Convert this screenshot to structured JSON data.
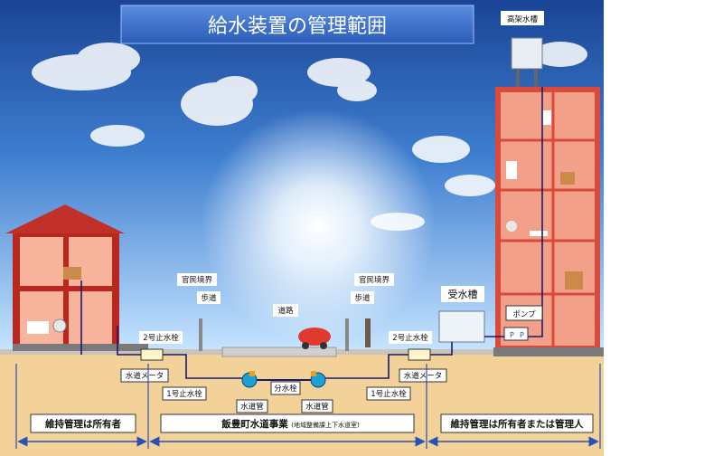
{
  "title": "給水装置の管理範囲",
  "labels": {
    "elevated_tank": "高架水槽",
    "boundary_left": "官民境界",
    "boundary_right": "官民境界",
    "sidewalk_left": "歩道",
    "sidewalk_right": "歩道",
    "road": "道路",
    "receiving_tank": "受水槽",
    "pump": "ポンプ",
    "valve2_left": "2号止水栓",
    "valve2_right": "2号止水栓",
    "meter_left": "水道メータ",
    "meter_right": "水道メータ",
    "valve1_left": "1号止水栓",
    "valve1_right": "1号止水栓",
    "branch_valve": "分水栓",
    "main_left": "水道管",
    "main_right": "水道管"
  },
  "zones": {
    "left": "維持管理は所有者",
    "center": "飯豊町水道事業",
    "center_note": "(地域整備課上下水道室)",
    "right": "維持管理は所有者または管理人"
  },
  "colors": {
    "sky_top": "#1f4fa8",
    "sky_bottom": "#bfe0ff",
    "ground": "#f3d29a",
    "house_roof": "#c2302c",
    "house_wall": "#f7b39b",
    "building": "#f3a08b",
    "pipe": "#1a1a6e",
    "arrow": "#2a4fb5"
  }
}
